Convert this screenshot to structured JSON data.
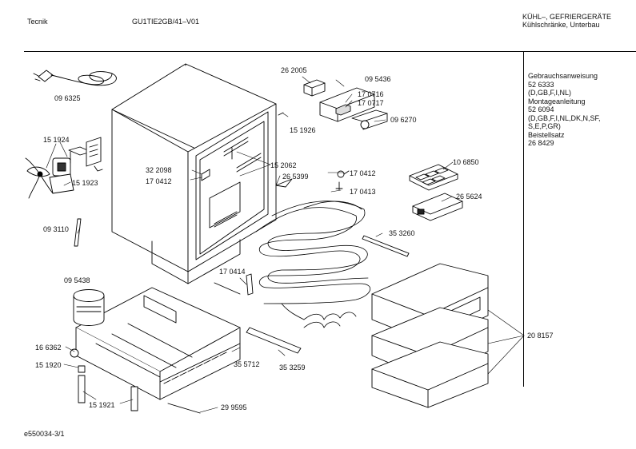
{
  "header": {
    "brand": "Tecnik",
    "model": "GU1TIE2GB/41–V01",
    "category_line1": "KÜHL–, GEFRIERGERÄTE",
    "category_line2": "Kühlschränke, Unterbau"
  },
  "side_panel": {
    "lines": [
      "Gebrauchsanweisung",
      "52 6333",
      "(D,GB,F,I,NL)",
      "Montageanleitung",
      "52 6094",
      "(D,GB,F,I,NL,DK,N,SF,",
      "S,E,P,GR)",
      "Beistellsatz",
      "26 8429"
    ]
  },
  "part_labels": {
    "p096325": "09 6325",
    "p262005": "26 2005",
    "p095436": "09 5436",
    "p170716": "17 0716",
    "p170717": "17 0717",
    "p151926": "15 1926",
    "p096270": "09 6270",
    "p151924": "15 1924",
    "p151923": "15 1923",
    "p322098": "32 2098",
    "p170412a": "17 0412",
    "p152062": "15 2062",
    "p265399": "26 5399",
    "p170412b": "17 0412",
    "p170413": "17 0413",
    "p106850": "10 6850",
    "p265624": "26 5624",
    "p093110": "09 3110",
    "p353260": "35 3260",
    "p170414": "17 0414",
    "p095438": "09 5438",
    "p166362": "16 6362",
    "p151920": "15 1920",
    "p355712": "35 5712",
    "p353259": "35 3259",
    "p208157": "20 8157",
    "p151921": "15 1921",
    "p299595": "29 9595"
  },
  "footer": {
    "drawing_id": "e550034-3/1"
  }
}
